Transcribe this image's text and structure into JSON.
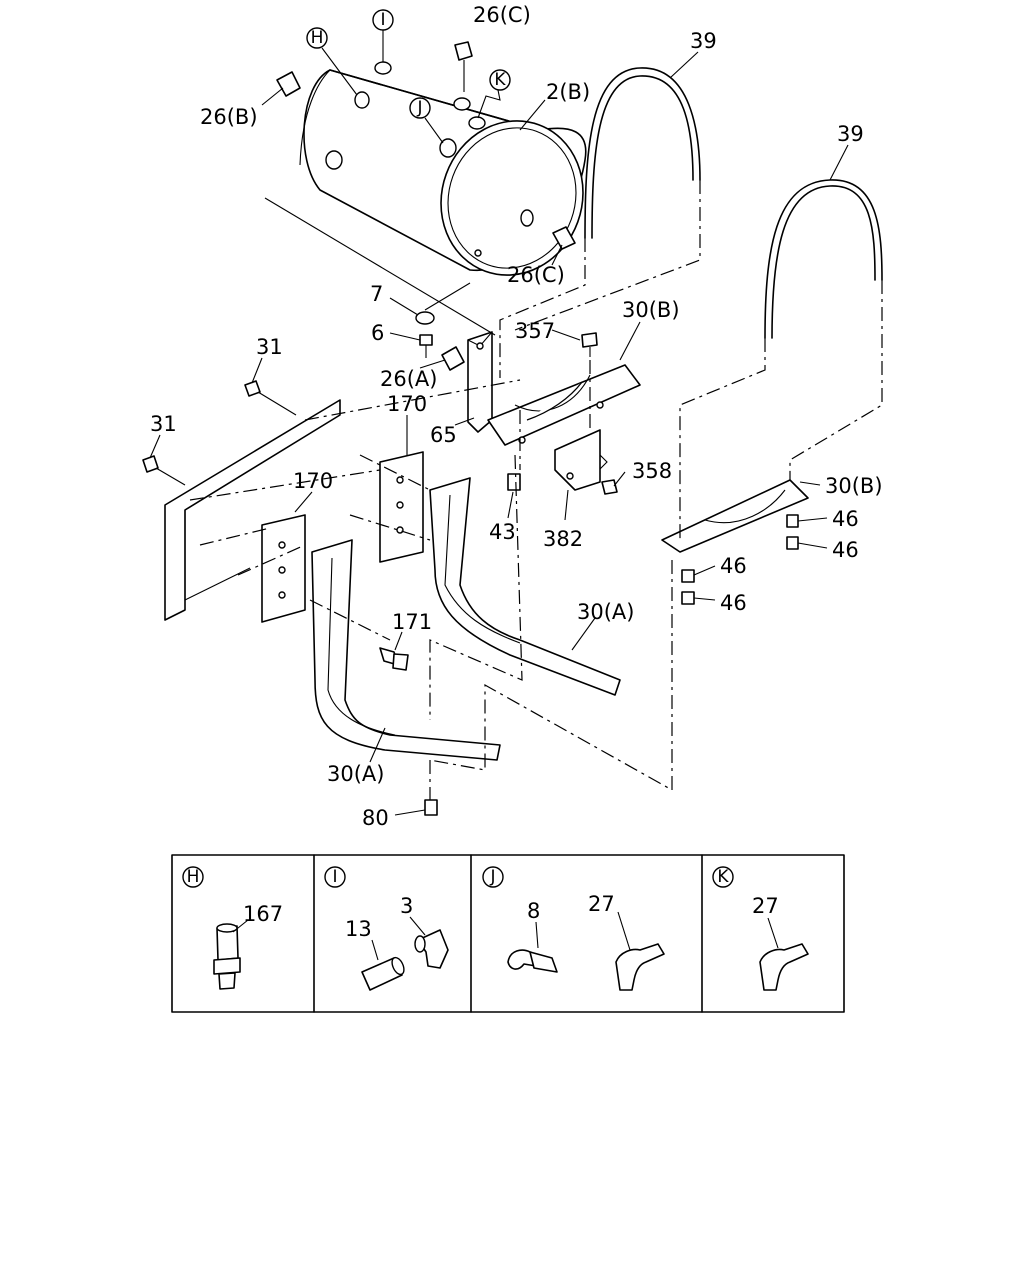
{
  "callouts": {
    "c26c_top": "26(C)",
    "c26b": "26(B)",
    "c2b": "2(B)",
    "c39_a": "39",
    "c39_b": "39",
    "c26c_mid": "26(C)",
    "c7": "7",
    "c6": "6",
    "c26a": "26(A)",
    "c357": "357",
    "c30b_a": "30(B)",
    "c30b_b": "30(B)",
    "c31_a": "31",
    "c31_b": "31",
    "c170_a": "170",
    "c170_b": "170",
    "c65": "65",
    "c358": "358",
    "c43": "43",
    "c382": "382",
    "c46_a": "46",
    "c46_b": "46",
    "c46_c": "46",
    "c46_d": "46",
    "c30a_a": "30(A)",
    "c30a_b": "30(A)",
    "c171": "171",
    "c80": "80"
  },
  "markers": {
    "H": "H",
    "I": "I",
    "J": "J",
    "K": "K"
  },
  "detail_panels": [
    {
      "marker": "H",
      "parts": [
        "167"
      ]
    },
    {
      "marker": "I",
      "parts": [
        "13",
        "3"
      ]
    },
    {
      "marker": "J",
      "parts": [
        "8",
        "27"
      ]
    },
    {
      "marker": "K",
      "parts": [
        "27"
      ]
    }
  ]
}
